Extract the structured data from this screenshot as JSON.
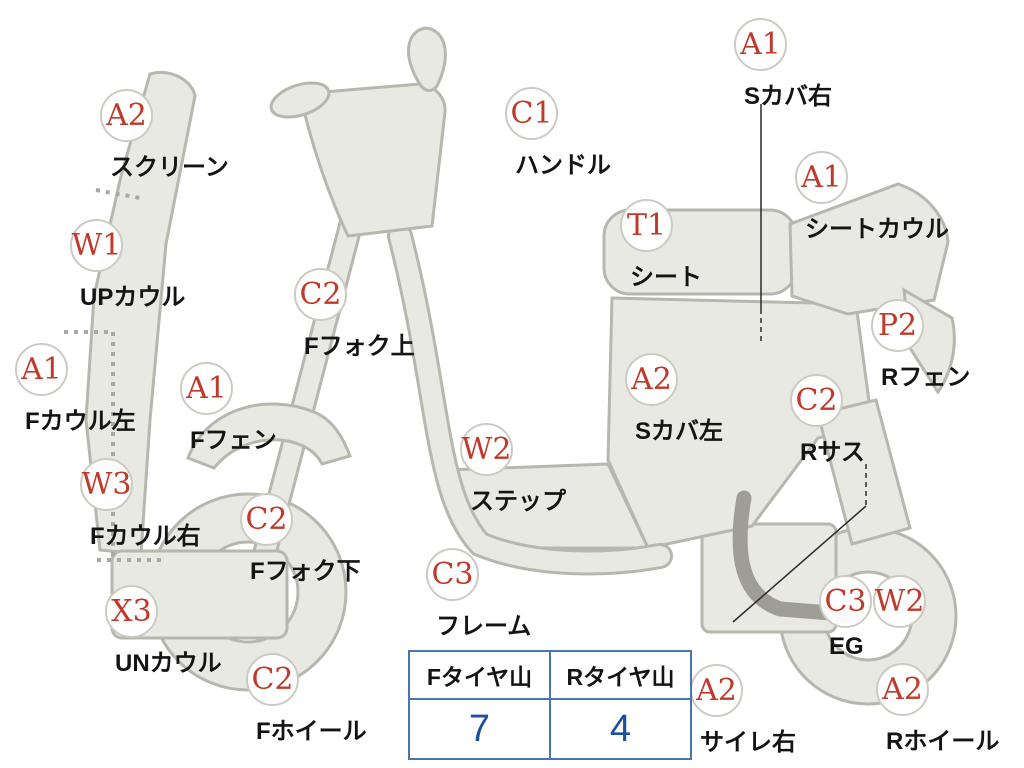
{
  "callouts": [
    {
      "code": "A2",
      "label": "スクリーン"
    },
    {
      "code": "W1",
      "label": "UPカウル"
    },
    {
      "code": "A1",
      "label": "Fカウル左"
    },
    {
      "code": "W3",
      "label": "Fカウル右"
    },
    {
      "code": "X3",
      "label": "UNカウル"
    },
    {
      "code": "A1",
      "label": "Fフェン"
    },
    {
      "code": "C2",
      "label": "Fフォク上"
    },
    {
      "code": "C2",
      "label": "Fフォク下"
    },
    {
      "code": "C2",
      "label": "Fホイール"
    },
    {
      "code": "C1",
      "label": "ハンドル"
    },
    {
      "code": "W2",
      "label": "ステップ"
    },
    {
      "code": "C3",
      "label": "フレーム"
    },
    {
      "code": "T1",
      "label": "シート"
    },
    {
      "code": "A2",
      "label": "Sカバ左"
    },
    {
      "code": "A1",
      "label": "Sカバ右"
    },
    {
      "code": "A1",
      "label": "シートカウル"
    },
    {
      "code": "P2",
      "label": "Rフェン"
    },
    {
      "code": "C2",
      "label": "Rサス"
    },
    {
      "code": "C3",
      "label": "EG"
    },
    {
      "code": "W2",
      "label": ""
    },
    {
      "code": "A2",
      "label": "サイレ右"
    },
    {
      "code": "A2",
      "label": "Rホイール"
    }
  ],
  "tire_table": {
    "columns": [
      "Fタイヤ山",
      "Rタイヤ山"
    ],
    "values": [
      "7",
      "4"
    ]
  },
  "colors": {
    "code_red": "#bf3a2b",
    "value_blue": "#1e4e9e",
    "table_border_blue": "#4a74b4",
    "body_fill": "#e9e9e3",
    "body_stroke": "#b7b7af"
  }
}
